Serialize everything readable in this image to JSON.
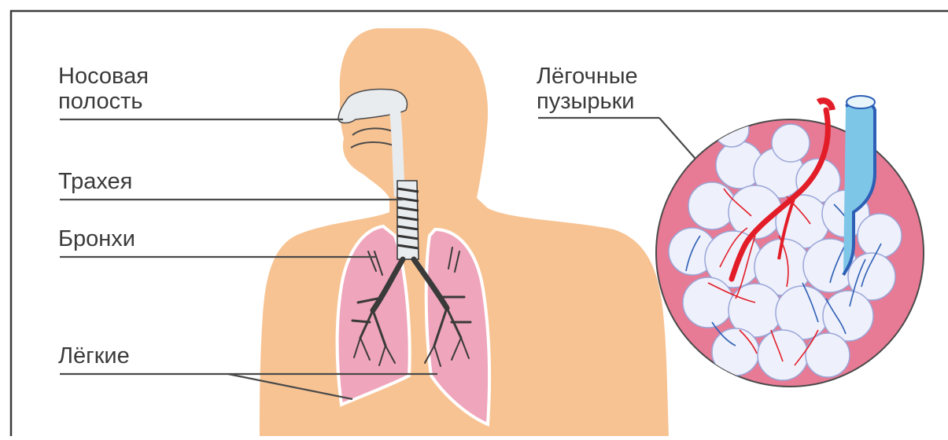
{
  "labels": {
    "nasal_cavity_line1": "Носовая",
    "nasal_cavity_line2": "полость",
    "trachea": "Трахея",
    "bronchi": "Бронхи",
    "lungs": "Лёгкие",
    "alveoli_line1": "Лёгочные",
    "alveoli_line2": "пузырьки"
  },
  "colors": {
    "body": "#f7c393",
    "lung": "#efa5bc",
    "lung_outline": "#ffffff",
    "airway": "#e8ecef",
    "circle_bg": "#e77a94",
    "artery": "#e21d27",
    "vein": "#2d5fb5",
    "frame": "#3c3c3c",
    "leader_line": "#4a4a4a"
  }
}
